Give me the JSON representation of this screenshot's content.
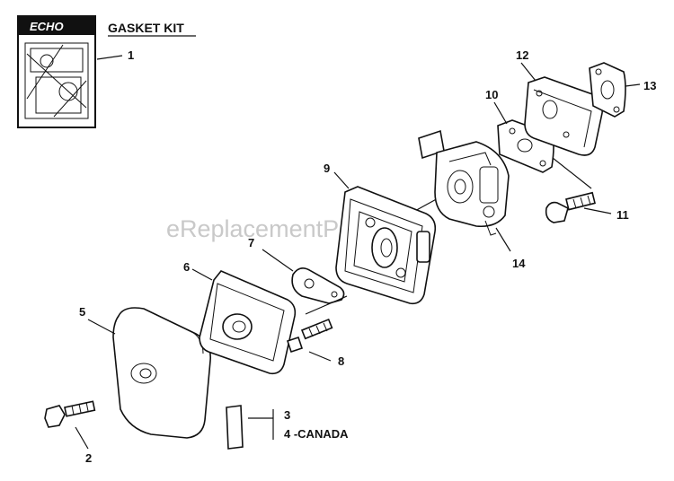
{
  "header": {
    "brand": "ECHO",
    "title": "GASKET KIT"
  },
  "watermark": "eReplacementParts.com",
  "callouts": {
    "c1": "1",
    "c2": "2",
    "c3": "3",
    "c4": "4 -CANADA",
    "c5": "5",
    "c6": "6",
    "c7": "7",
    "c8": "8",
    "c9": "9",
    "c10": "10",
    "c11": "11",
    "c12": "12",
    "c13": "13",
    "c14": "14"
  },
  "colors": {
    "line": "#111111",
    "watermark": "#c9c9c9",
    "background": "#ffffff"
  }
}
